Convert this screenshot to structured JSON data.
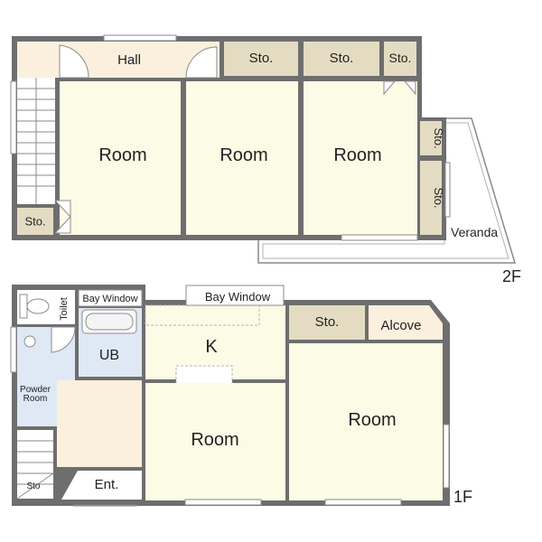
{
  "floor2": {
    "label": "2F",
    "hall": "Hall",
    "room_a": "Room",
    "room_b": "Room",
    "room_c": "Room",
    "sto_top_1": "Sto.",
    "sto_top_2": "Sto.",
    "sto_top_3": "Sto.",
    "sto_right_1": "Sto.",
    "sto_right_2": "Sto.",
    "sto_stair": "Sto.",
    "veranda": "Veranda"
  },
  "floor1": {
    "label": "1F",
    "toilet": "Toilet",
    "bay_window_1": "Bay Window",
    "bay_window_2": "Bay Window",
    "ub": "UB",
    "powder_room_line1": "Powder",
    "powder_room_line2": "Room",
    "kitchen": "K",
    "sto": "Sto.",
    "alcove": "Alcove",
    "room_center": "Room",
    "room_right": "Room",
    "entrance": "Ent.",
    "sto_stair": "Sto"
  },
  "colors": {
    "wall": "#6e6e6e",
    "room_fill": "#fcfbe6",
    "hall_fill": "#fbf0dd",
    "storage_fill": "#e4dcc2",
    "bath_fill": "#dfe8f5",
    "outline": "#8a8a8a"
  }
}
